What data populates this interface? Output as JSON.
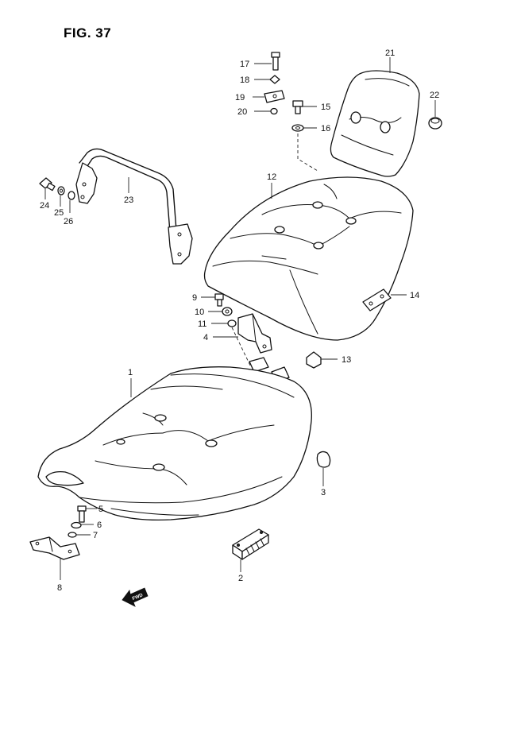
{
  "figure": {
    "title": "FIG. 37"
  },
  "fwd_arrow": {
    "text": "FWD"
  },
  "parts": [
    {
      "id": "1",
      "label": "1"
    },
    {
      "id": "2",
      "label": "2"
    },
    {
      "id": "3",
      "label": "3"
    },
    {
      "id": "4",
      "label": "4"
    },
    {
      "id": "5",
      "label": "5"
    },
    {
      "id": "6",
      "label": "6"
    },
    {
      "id": "7",
      "label": "7"
    },
    {
      "id": "8",
      "label": "8"
    },
    {
      "id": "9",
      "label": "9"
    },
    {
      "id": "10",
      "label": "10"
    },
    {
      "id": "11",
      "label": "11"
    },
    {
      "id": "12",
      "label": "12"
    },
    {
      "id": "13",
      "label": "13"
    },
    {
      "id": "14",
      "label": "14"
    },
    {
      "id": "15",
      "label": "15"
    },
    {
      "id": "16",
      "label": "16"
    },
    {
      "id": "17",
      "label": "17"
    },
    {
      "id": "18",
      "label": "18"
    },
    {
      "id": "19",
      "label": "19"
    },
    {
      "id": "20",
      "label": "20"
    },
    {
      "id": "21",
      "label": "21"
    },
    {
      "id": "22",
      "label": "22"
    },
    {
      "id": "23",
      "label": "23"
    },
    {
      "id": "24",
      "label": "24"
    },
    {
      "id": "25",
      "label": "25"
    },
    {
      "id": "26",
      "label": "26"
    }
  ]
}
